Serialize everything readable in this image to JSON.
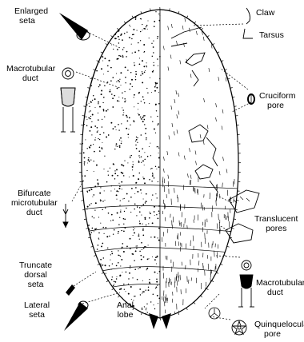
{
  "labels": {
    "enlarged_seta": [
      "Enlarged",
      "seta"
    ],
    "macrotubular_duct_left": [
      "Macrotubular",
      "duct"
    ],
    "bifurcate_microtubular_duct": [
      "Bifurcate",
      "microtubular",
      "duct"
    ],
    "truncate_dorsal_seta": [
      "Truncate",
      "dorsal",
      "seta"
    ],
    "lateral_seta": [
      "Lateral",
      "seta"
    ],
    "anal_lobe": [
      "Anal",
      "lobe"
    ],
    "claw": "Claw",
    "tarsus": "Tarsus",
    "cruciform_pore": [
      "Cruciform",
      "pore"
    ],
    "translucent_pores": [
      "Translucent",
      "pores"
    ],
    "macrotubular_duct_right": [
      "Macrotubular",
      "duct"
    ],
    "quinquelocular_pore": [
      "Quinquelocular",
      "pore"
    ]
  },
  "colors": {
    "ink": "#000000",
    "background": "#ffffff"
  }
}
